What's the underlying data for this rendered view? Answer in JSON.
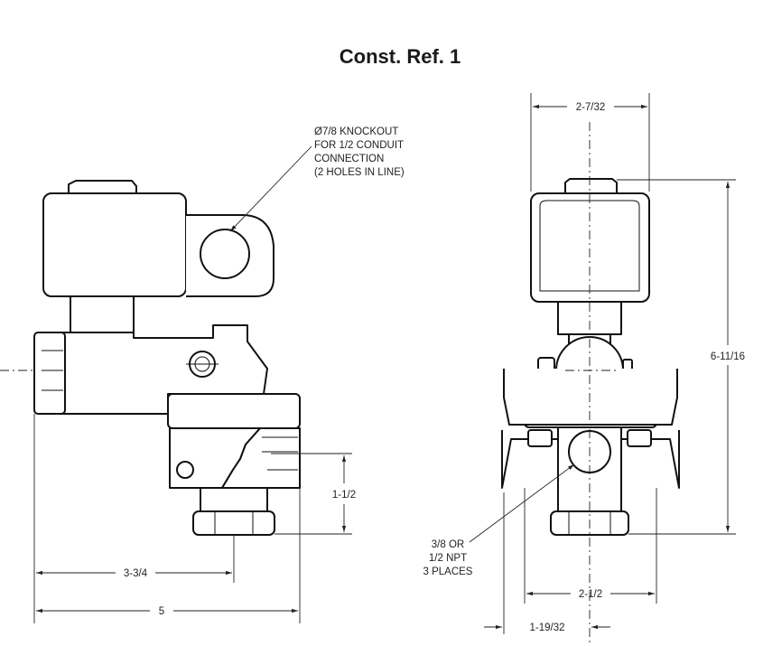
{
  "title": "Const. Ref. 1",
  "callouts": {
    "knockout": [
      "Ø7/8 KNOCKOUT",
      "FOR 1/2 CONDUIT",
      "CONNECTION",
      "(2 HOLES IN LINE)"
    ],
    "port": [
      "3/8 OR",
      "1/2 NPT",
      "3 PLACES"
    ]
  },
  "dimensions": {
    "top_width": "2-7/32",
    "height": "6-11/16",
    "side_port_height": "1-1/2",
    "port_offset": "3-3/4",
    "overall_length": "5",
    "base_width": "2-1/2",
    "port_center": "1-19/32"
  }
}
